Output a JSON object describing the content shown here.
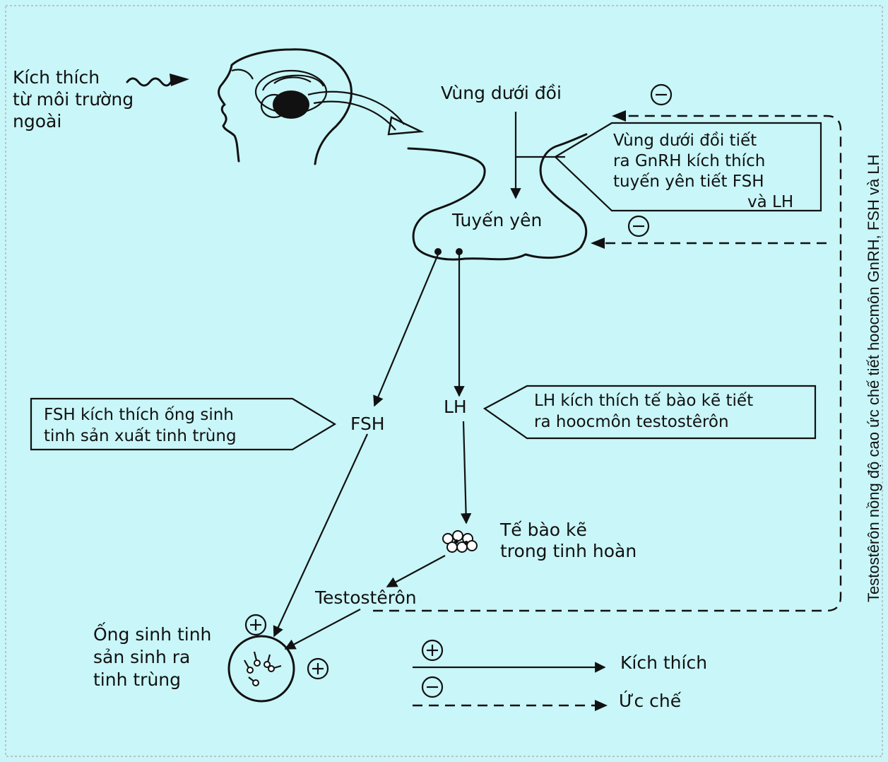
{
  "colors": {
    "background": "#c9f6f8",
    "ink": "#111111",
    "border": "#cfd8dc"
  },
  "icons": [
    "head-icon",
    "brain-icon",
    "wavy-arrow-icon",
    "cell-cluster-icon",
    "tubule-icon",
    "plus-icon",
    "minus-icon"
  ],
  "labels": {
    "stimulus": [
      "Kích thích",
      "từ môi trường",
      "ngoài"
    ],
    "hypothalamus": "Vùng dưới đồi",
    "pituitary": "Tuyến yên",
    "fsh": "FSH",
    "lh": "LH",
    "leydig": [
      "Tế bào kẽ",
      "trong tinh hoàn"
    ],
    "testosterone": "Testostêrôn",
    "tubule": [
      "Ống sinh tinh",
      "sản sinh ra",
      "tinh trùng"
    ],
    "side_note": "Testostêrôn nồng độ cao ức chế tiết hoocmôn GnRH, FSH và LH"
  },
  "callouts": {
    "gnrh": [
      "Vùng dưới đồi tiết",
      "ra GnRH kích thích",
      "tuyến yên tiết FSH",
      "và LH"
    ],
    "fsh": [
      "FSH kích thích ống sinh",
      "tinh sản xuất tinh trùng"
    ],
    "lh": [
      "LH kích thích tế bào kẽ tiết",
      "ra hoocmôn testostêrôn"
    ]
  },
  "signs": {
    "plus": "+",
    "minus": "−"
  },
  "legend": {
    "stimulate": "Kích thích",
    "inhibit": "Ức chế"
  }
}
